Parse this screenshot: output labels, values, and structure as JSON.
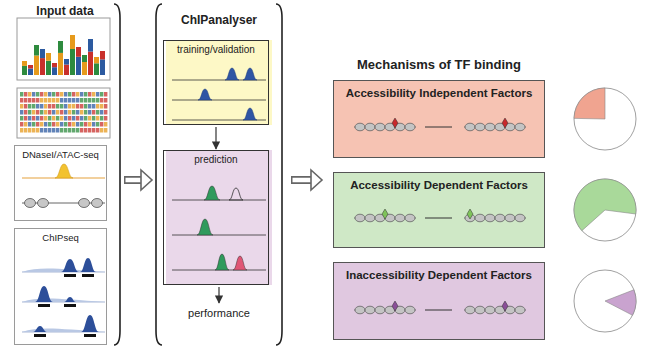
{
  "diagram": {
    "nodes": [
      {
        "text": [
          "Input data"
        ]
      },
      {
        "text": [
          "DNaseI/ATAC-seq"
        ],
        "in": 0
      },
      {
        "text": [
          "ChIPseq"
        ],
        "in": 0
      },
      {
        "text": [
          "ChIPanalyser"
        ]
      },
      {
        "text": [
          "training/validation"
        ],
        "in": 3
      },
      {
        "text": [
          "prediction"
        ],
        "in": 3
      },
      {
        "text": [
          "Accessibility Independent Factors"
        ]
      },
      {
        "text": [
          "Accessibility Dependent Factors"
        ]
      },
      {
        "text": [
          "Inaccessibility Dependent Factors"
        ]
      }
    ],
    "edges": [
      {
        "from": 0,
        "to": 3,
        "arrow": "to"
      },
      {
        "from": 4,
        "to": 5,
        "arrow": "to"
      }
    ],
    "labels": [
      "performance",
      "Mechanisms of TF binding"
    ]
  }
}
